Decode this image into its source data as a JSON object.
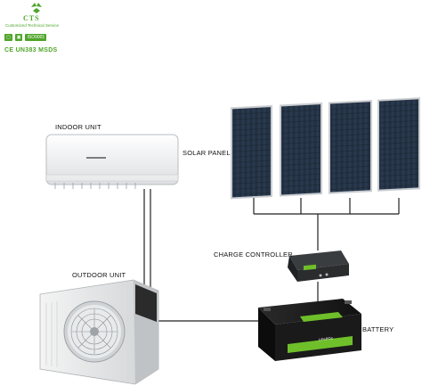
{
  "logo": {
    "brand": "CTS",
    "tagline": "Customized Technical Service",
    "badges": [
      "",
      "",
      "ISO9001"
    ],
    "certs": "CE UN383 MSDS"
  },
  "labels": {
    "indoor_unit": "INDOOR UNIT",
    "solar_panel": "SOLAR PANEL",
    "charge_controller": "CHARGE CONTROLLER",
    "outdoor_unit": "OUTDOOR UNIT",
    "battery": "BATTERY"
  },
  "colors": {
    "logo_green": "#4fa52a",
    "panel_cell": "#1b2430",
    "battery_green": "#6fbf2a"
  }
}
